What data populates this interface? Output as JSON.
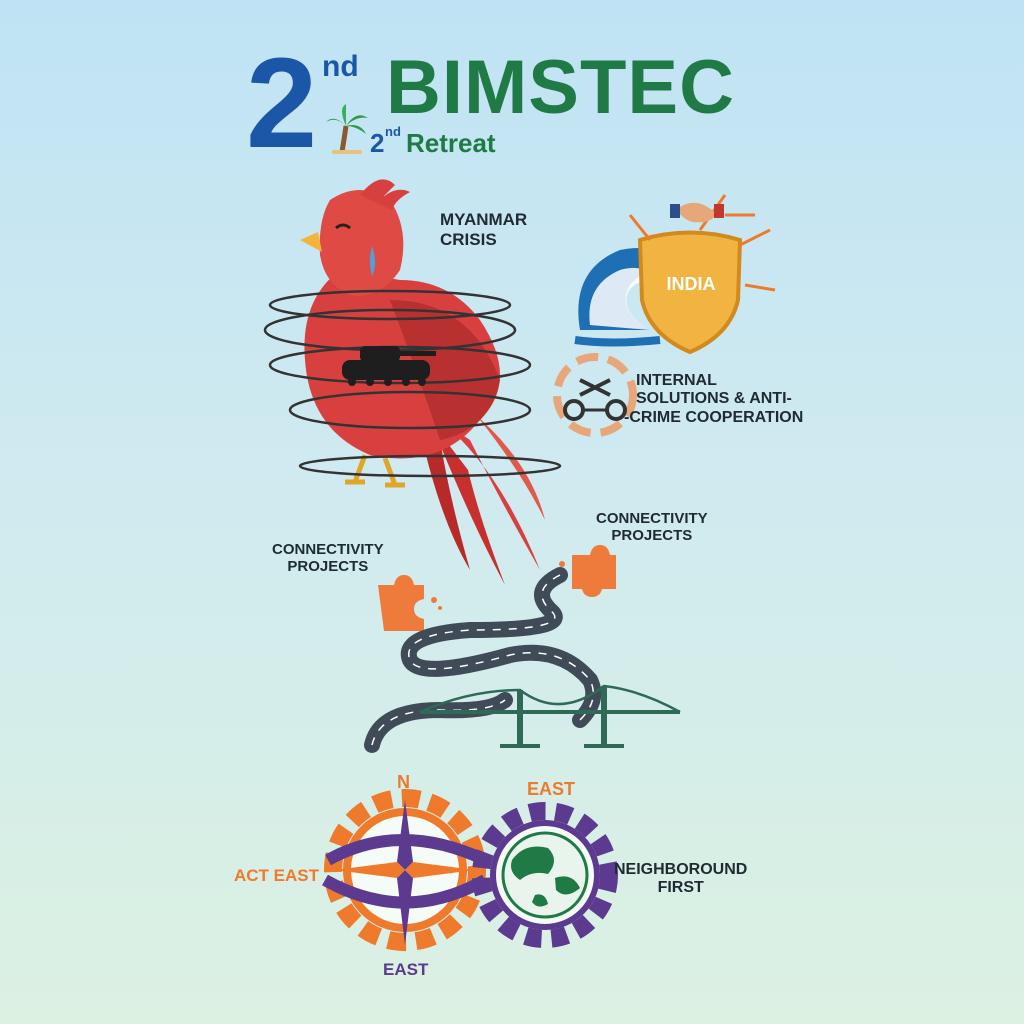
{
  "header": {
    "ordinal_number": "2",
    "ordinal_suffix": "nd",
    "title": "BIMSTEC",
    "sub_number": "2",
    "sub_suffix": "nd",
    "subtitle": "Retreat"
  },
  "labels": {
    "myanmar_crisis_line1": "MYANMAR",
    "myanmar_crisis_line2": "CRISIS",
    "india_shield": "INDIA",
    "internal_line1": "INTERNAL",
    "internal_line2": "SOLUTIONS & ANTI-",
    "internal_line3": "-CRIME COOPERATION",
    "connectivity_left_line1": "CONNECTIVITY",
    "connectivity_left_line2": "PROJECTS",
    "connectivity_right_line1": "CONNECTIVITY",
    "connectivity_right_line2": "PROJECTS",
    "compass_north": "N",
    "compass_south": "EAST",
    "gear_top": "EAST",
    "act_east": "ACT EAST",
    "neighbour_line1": "NEIGHBOROUND",
    "neighbour_line2": "FIRST"
  },
  "colors": {
    "title_blue": "#1c56a6",
    "title_green": "#1f7a45",
    "bird_red": "#d8403f",
    "shield_gold": "#f1b441",
    "orange": "#ef7a2c",
    "purple": "#5b3a8f",
    "road": "#3f4c57",
    "bridge": "#2f6a56"
  },
  "icons": [
    "palm-tree-icon",
    "handshake-icon",
    "handcuffs-icon",
    "puzzle-piece-icon",
    "compass-icon",
    "globe-icon",
    "tank-icon",
    "wave-icon"
  ]
}
